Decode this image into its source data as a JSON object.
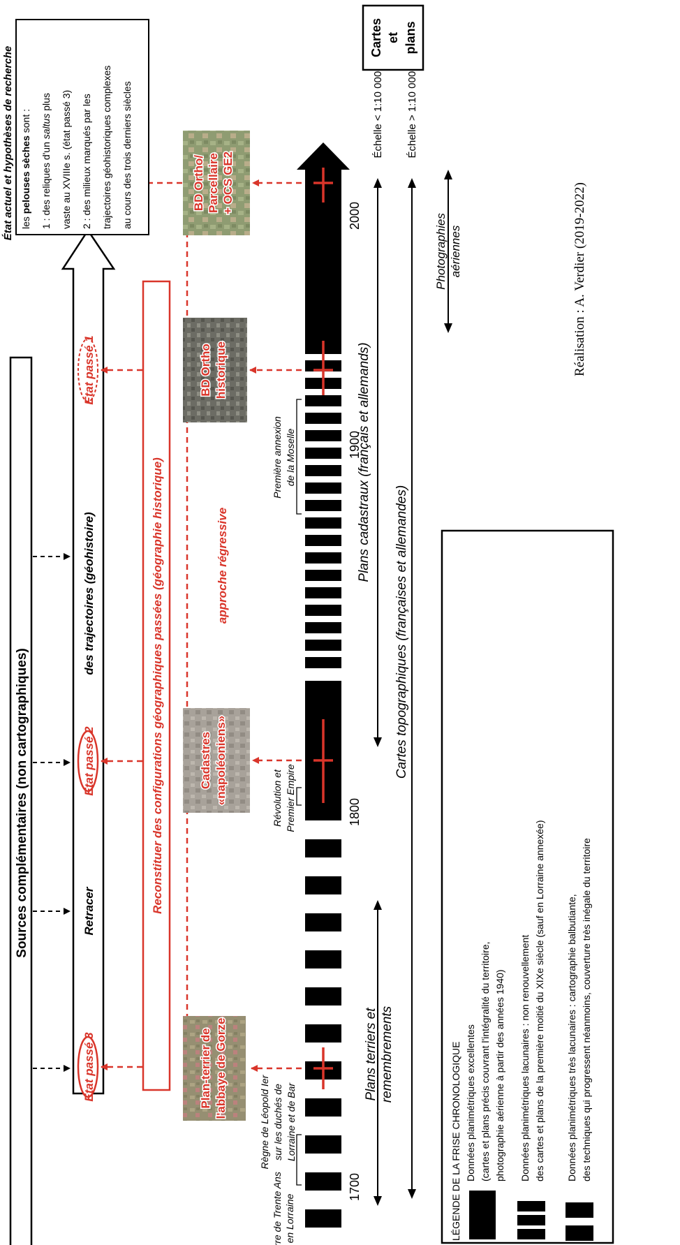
{
  "sources_box": "Sources complémentaires (non cartographiques)",
  "trajectory": {
    "retracer": "Retracer",
    "des_trajectoires": "des trajectoires (géohistoire)",
    "etat3": "Etat passé 3",
    "etat2": "Etat passé 2",
    "etat1": "Etat passé 1"
  },
  "reconstituer": "Reconstituer des configurations géographiques passées (géographie historique)",
  "approche": "approche régressive",
  "etat_actuel": {
    "title": "État actuel et hypothèses de recherche",
    "line1_pre": "les ",
    "line1_bold": "pelouses sèches",
    "line1_post": " sont :",
    "line2_pre": "1 : des reliques d'un ",
    "line2_ital": "saltus",
    "line2_post": " plus",
    "line3": "vaste au XVIIIe s. (état passé 3)",
    "line4": "2 : des milieux marqués par les",
    "line5": "trajectoires géohistoriques complexes",
    "line6": "au cours des trois derniers siècles"
  },
  "map_sources": {
    "plan_terrier": [
      "Plan-terrier de",
      "l'abbaye de Gorze"
    ],
    "cadastres": [
      "Cadastres",
      "«napoléoniens»"
    ],
    "bd_ortho_hist": [
      "BD Ortho",
      "historique"
    ],
    "bd_ortho": [
      "BD Ortho/",
      "Parcellaire",
      "+ OCS GE2"
    ]
  },
  "timeline": {
    "years": [
      "1700",
      "1800",
      "1900",
      "2000"
    ],
    "events": [
      [
        "Guerre de Trente Ans",
        "en Lorraine"
      ],
      [
        "Règne de Léopold Ier",
        "sur les duchés de",
        "Lorraine et de Bar"
      ],
      [
        "Révolution et",
        "Premier Empire"
      ],
      [
        "Première annexion",
        "de la Moselle"
      ]
    ]
  },
  "periods": {
    "plans_terriers": [
      "Plans terriers et",
      "remembrements"
    ],
    "plans_cadastraux": "Plans cadastraux (français et allemands)",
    "cartes_topo": "Cartes topographiques (françaises et allemandes)",
    "photos": [
      "Photographies",
      "aériennes"
    ]
  },
  "scales": {
    "small": "Échelle < 1:10 000e",
    "large": "Échelle > 1:10 000e"
  },
  "cartes_plans": [
    "Cartes",
    "et",
    "plans"
  ],
  "legend": {
    "title": "LÉGENDE DE LA FRISE CHRONOLOGIQUE",
    "item1": [
      "Données planimétriques excellentes",
      "(cartes et plans précis couvrant l'intégralité du territoire,",
      "photographie aérienne à partir des années 1940)"
    ],
    "item2": [
      "Données planimétriques lacunaires : non renouvellement",
      "des cartes et plans de la première moitié du XIXe siècle (sauf en Lorraine annexée)"
    ],
    "item3": [
      "Données planimétriques très lacunaires : cartographie balbutiante,",
      "des techniques qui progressent néanmoins, couverture très inégale du territoire"
    ]
  },
  "credit": "Réalisation : A. Verdier (2019-2022)",
  "colors": {
    "accent": "#d9352a",
    "ink": "#000000"
  }
}
